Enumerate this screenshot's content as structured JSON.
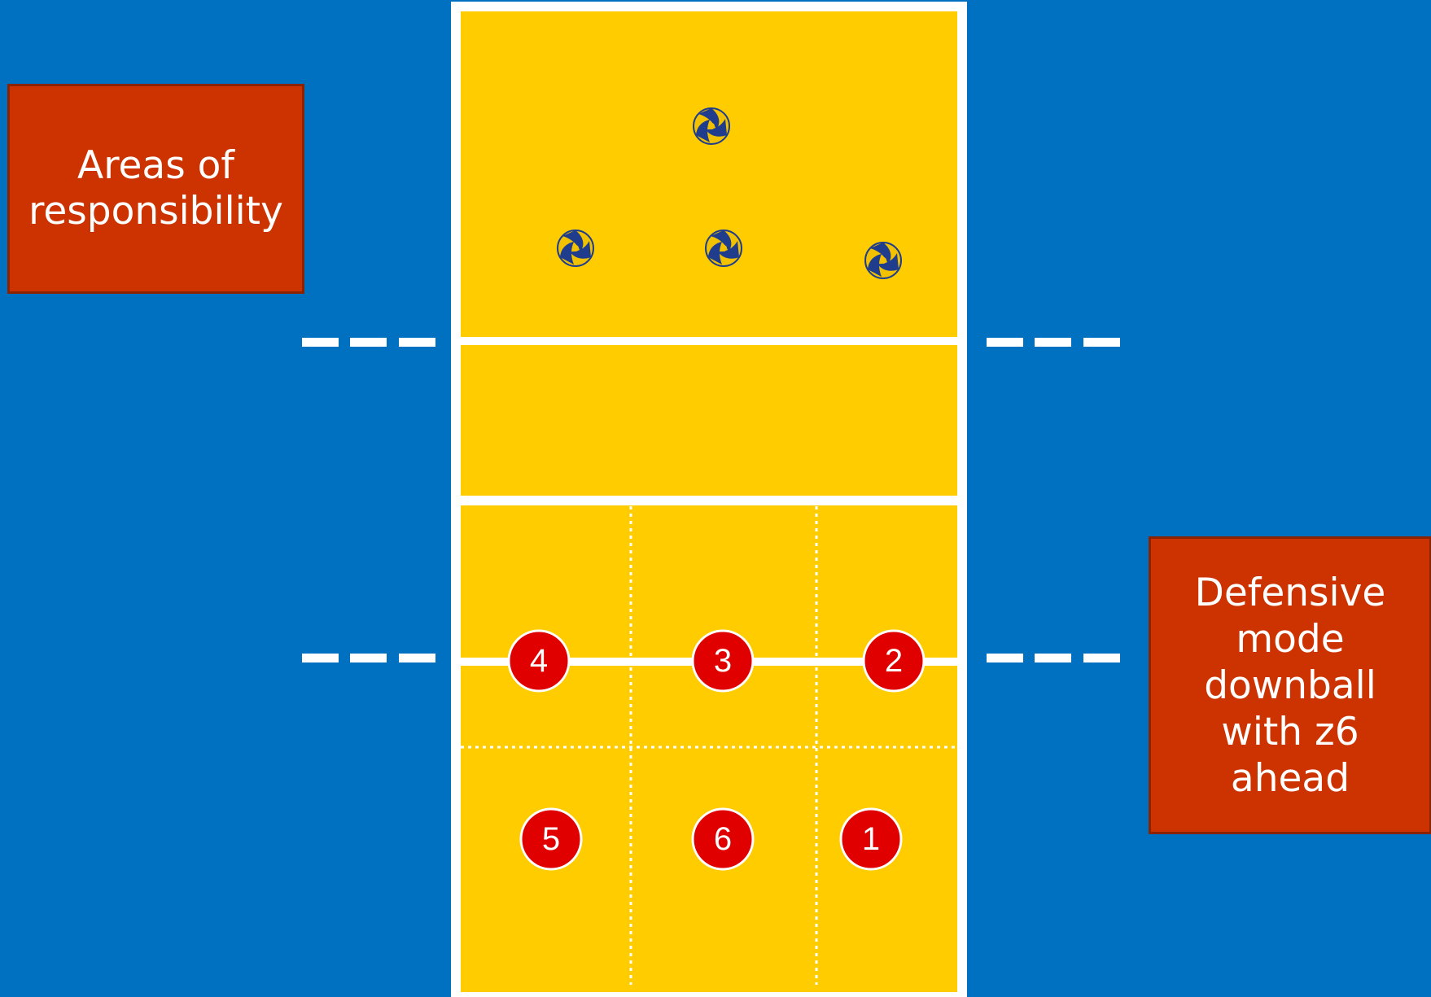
{
  "labels": {
    "left": "Areas of responsibility",
    "right": "Defensive mode downball with z6 ahead"
  },
  "players": [
    {
      "number": "4"
    },
    {
      "number": "3"
    },
    {
      "number": "2"
    },
    {
      "number": "5"
    },
    {
      "number": "6"
    },
    {
      "number": "1"
    }
  ],
  "balls": [
    "volleyball-icon",
    "volleyball-icon",
    "volleyball-icon",
    "volleyball-icon"
  ],
  "colors": {
    "background": "#0070C0",
    "court": "#FFCC00",
    "lines": "#FFFFFF",
    "player": "#E00000",
    "label_box": "#CC3300",
    "ball_blue": "#1F3D8C",
    "ball_yellow": "#F2C200"
  }
}
